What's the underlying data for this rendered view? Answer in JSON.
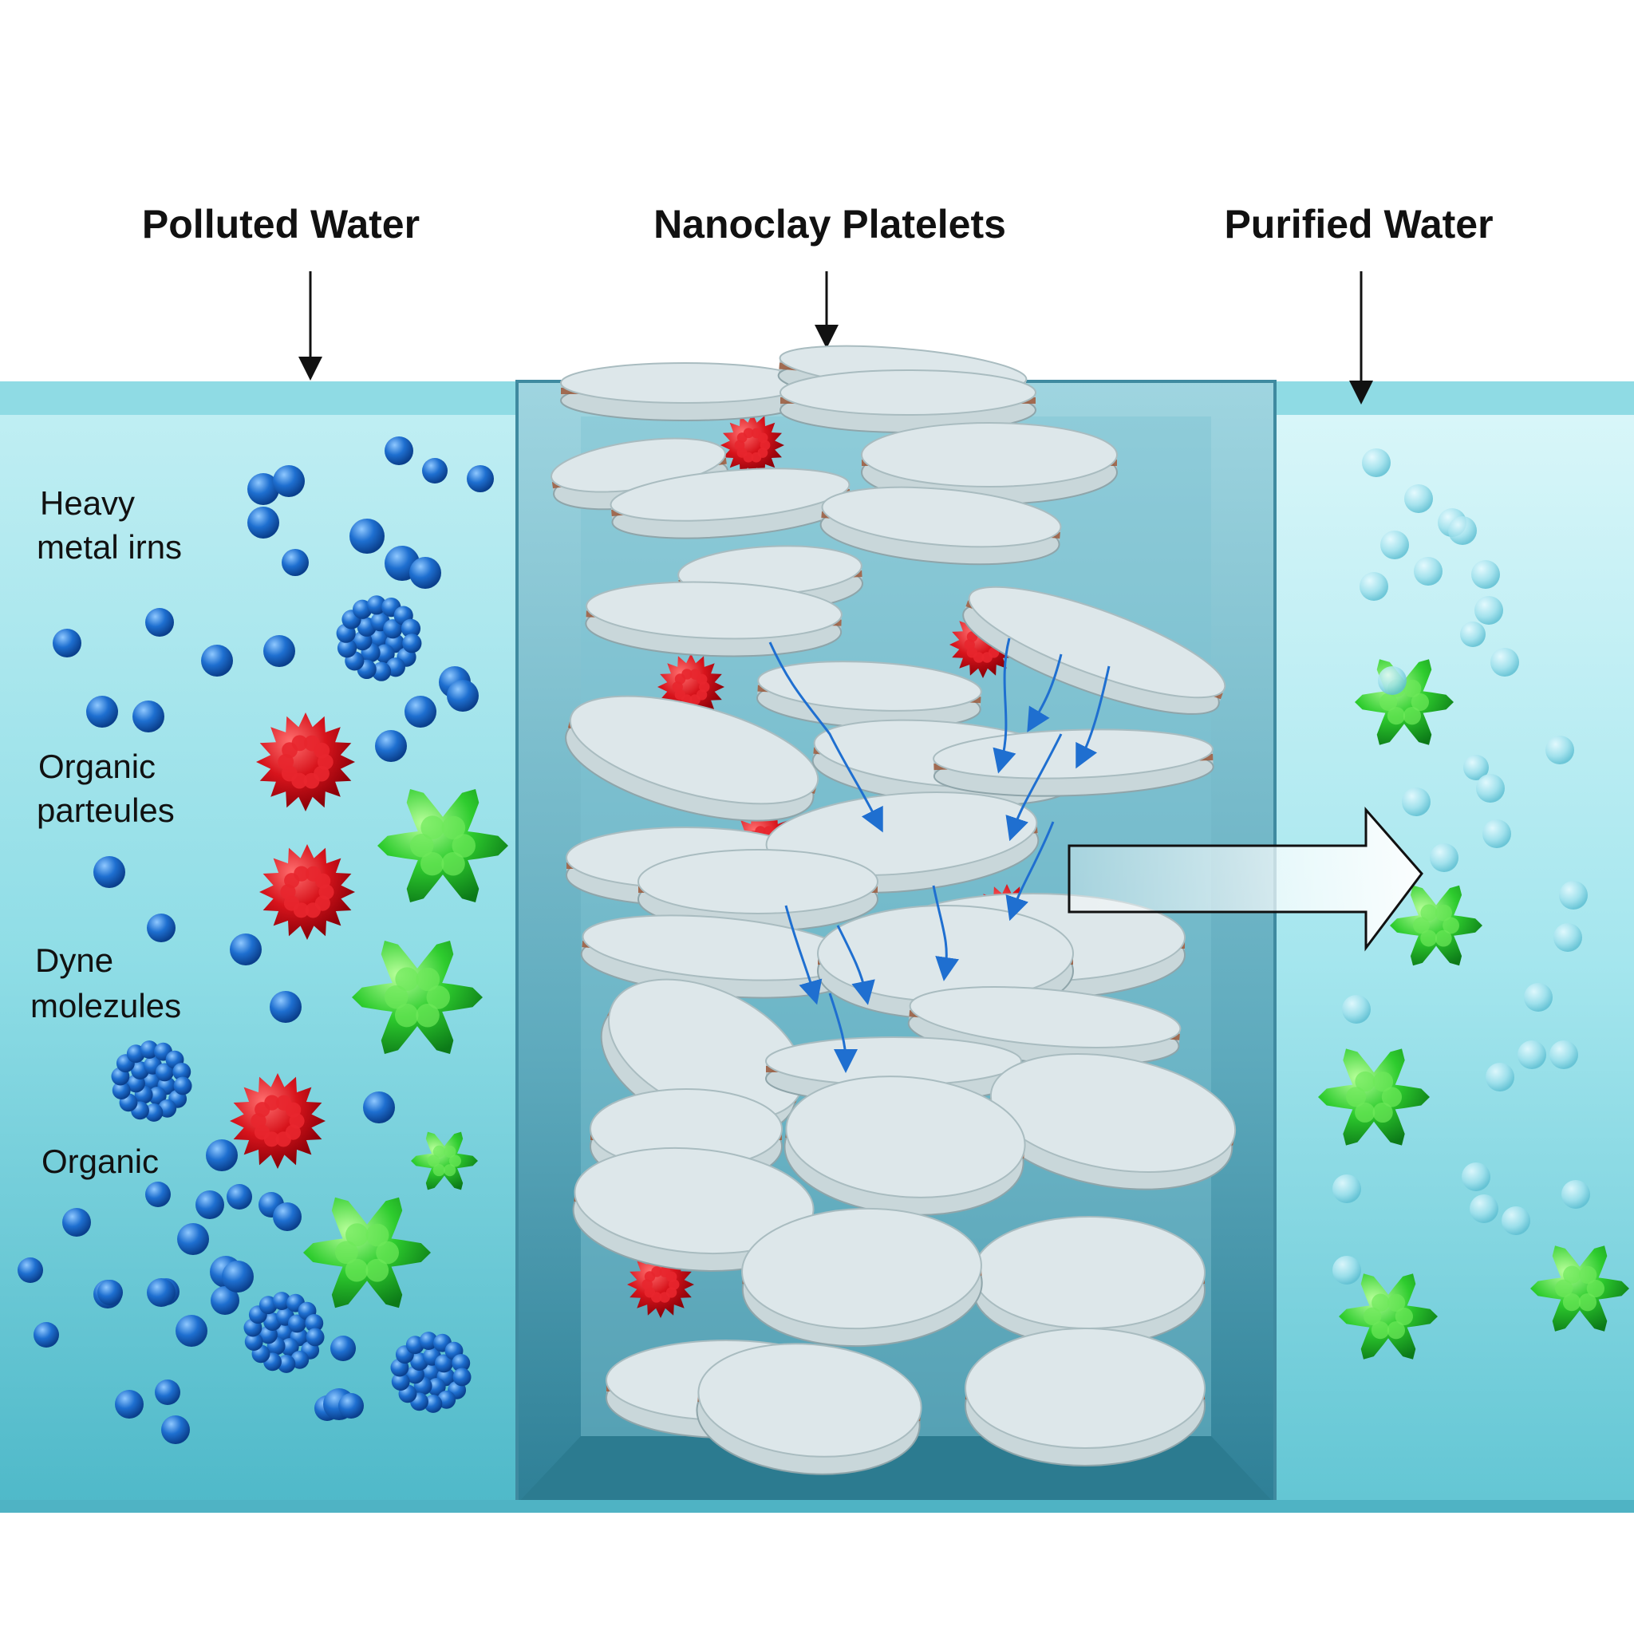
{
  "headings": {
    "polluted": "Polluted Water",
    "nanoclay": "Nanoclay Platelets",
    "purified": "Purified Water"
  },
  "labels": {
    "heavy_metal_line1": "Heavy",
    "heavy_metal_line2": "metal irns",
    "organic_line1": "Organic",
    "organic_line2": "parteules",
    "dyne_line1": "Dyne",
    "dyne_line2": "molezules",
    "organic_single": "Organic"
  },
  "colors": {
    "water": "#7fd6e0",
    "water_dark": "#3a9bb0",
    "heavy_metal_ion": "#1e6fd0",
    "organic_particle": "#d8141c",
    "dye_molecule": "#2ecc2e",
    "platelet_face": "#d9e3e6",
    "platelet_edge": "#9c5a3c"
  },
  "icons": {
    "ion": "blue-sphere-icon",
    "cluster": "blue-cluster-icon",
    "organic": "red-spiky-particle-icon",
    "dye": "green-blob-molecule-icon",
    "flow": "right-arrow-icon"
  }
}
